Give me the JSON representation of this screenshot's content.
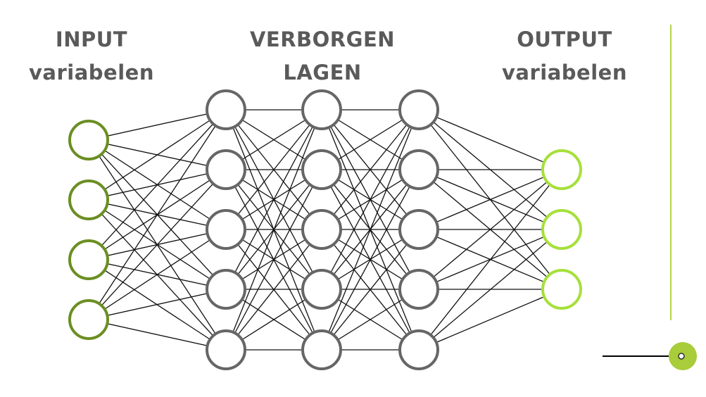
{
  "headings": {
    "input": {
      "line1": "INPUT",
      "line2": "variabelen"
    },
    "hidden": {
      "line1": "VERBORGEN",
      "line2": "LAGEN"
    },
    "output": {
      "line1": "OUTPUT",
      "line2": "variabelen"
    }
  },
  "network": {
    "layers": [
      {
        "role": "input",
        "nodes": 4
      },
      {
        "role": "hidden",
        "nodes": 5
      },
      {
        "role": "hidden",
        "nodes": 5
      },
      {
        "role": "hidden",
        "nodes": 5
      },
      {
        "role": "output",
        "nodes": 3
      }
    ],
    "fully_connected": true
  },
  "colors": {
    "input_node": "#6b8e23",
    "hidden_node": "#666666",
    "output_node": "#a6e03a",
    "edge": "#111111",
    "accent_line": "#b3d64a",
    "accent_dot": "#a8cc3a",
    "heading_text": "#5a5a5a"
  }
}
